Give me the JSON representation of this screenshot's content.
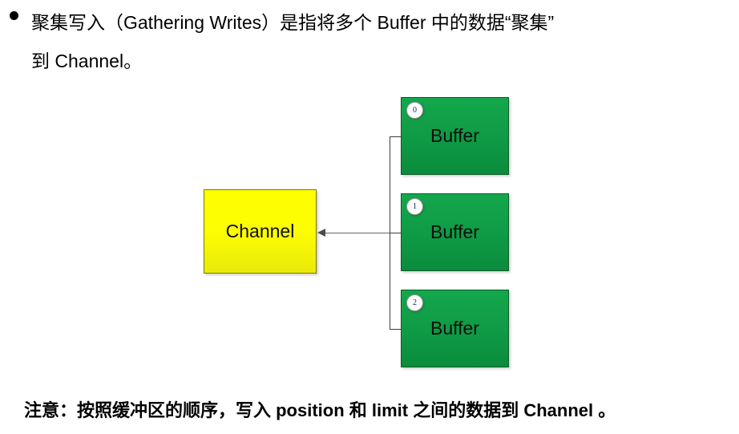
{
  "slide": {
    "intro": {
      "bullet_icon": "bullet-dot-icon",
      "lines": [
        "聚集写入（Gathering Writes）是指将多个 Buffer 中的数据“聚集”",
        "到 Channel。"
      ]
    },
    "diagram": {
      "type": "gathering-writes",
      "channel": {
        "label": "Channel",
        "fill": "#ffff00",
        "border": "#7a7a00"
      },
      "buffers": [
        {
          "label": "Buffer",
          "index": "0",
          "fill": "#0f9a45",
          "border": "#0d5c2a"
        },
        {
          "label": "Buffer",
          "index": "1",
          "fill": "#0f9a45",
          "border": "#0d5c2a"
        },
        {
          "label": "Buffer",
          "index": "2",
          "fill": "#0f9a45",
          "border": "#0d5c2a"
        }
      ],
      "connector": {
        "name": "bracket-connector",
        "color": "#3d3d3d"
      },
      "arrow": {
        "name": "write-arrow",
        "direction": "left",
        "color": "#636363"
      }
    },
    "note": "注意：按照缓冲区的顺序，写入 position 和 limit 之间的数据到 Channel 。"
  }
}
